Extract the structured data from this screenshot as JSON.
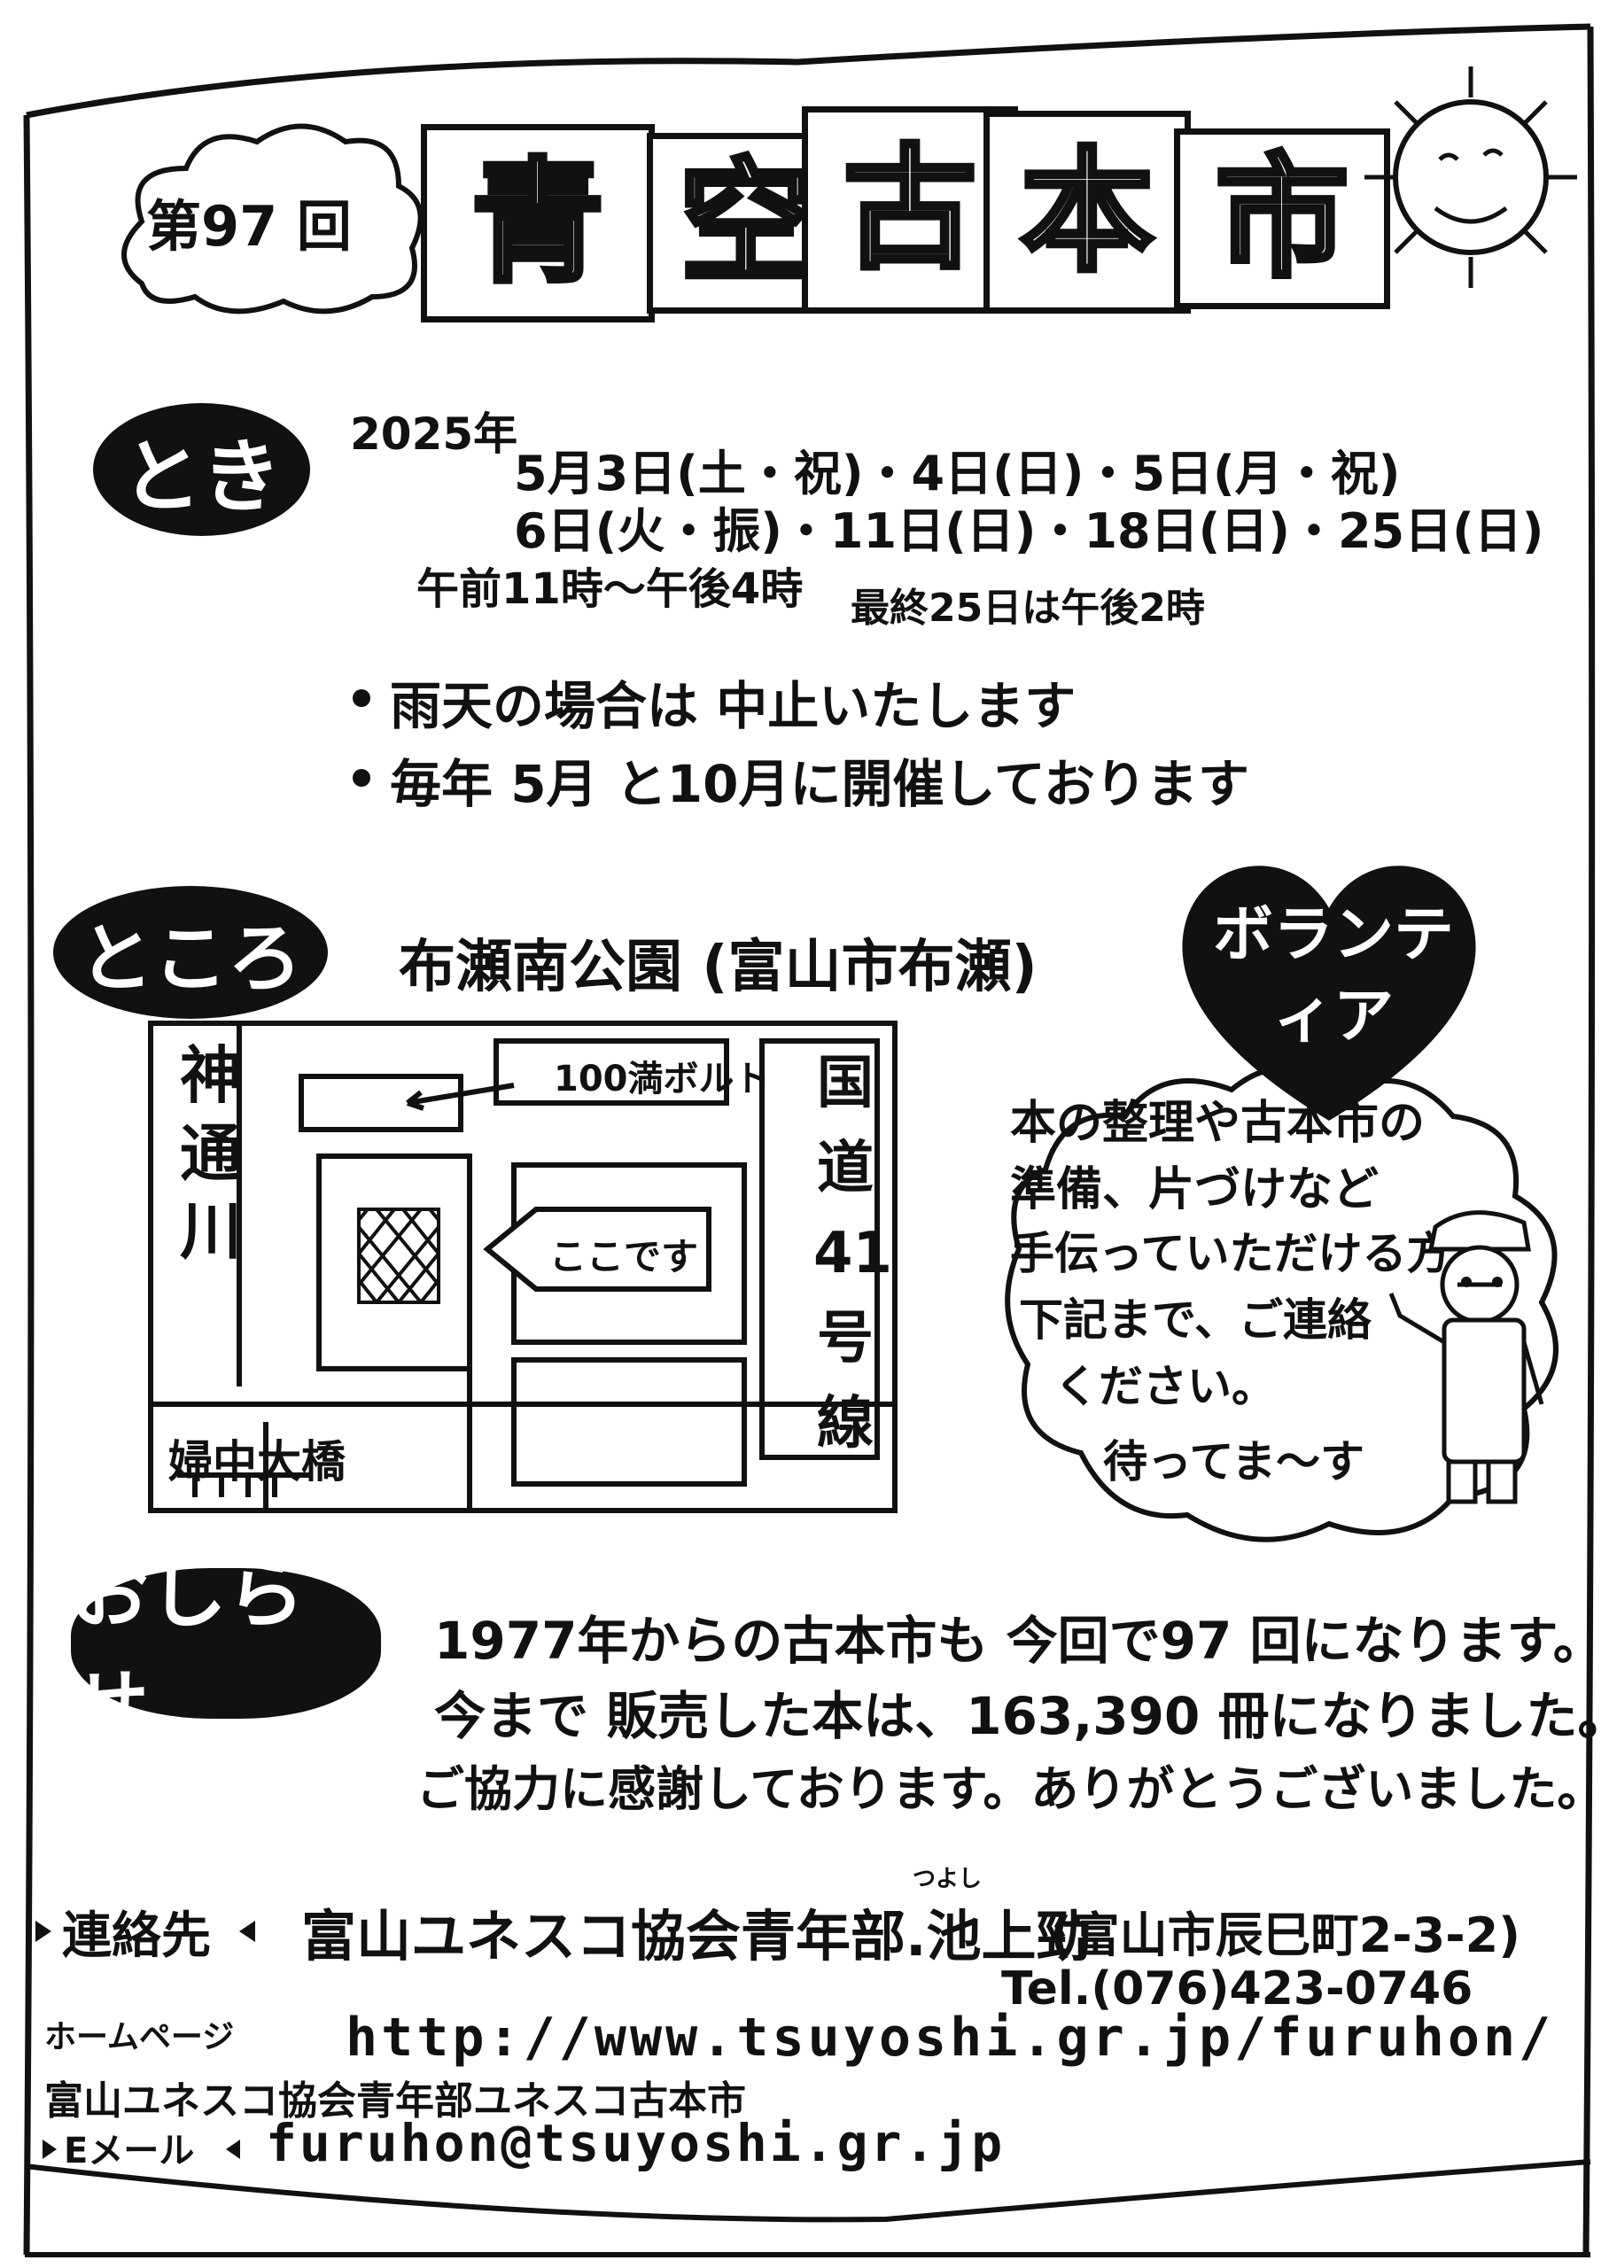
{
  "header": {
    "edition": "第97 回",
    "title_chars": [
      "青",
      "空",
      "古",
      "本",
      "市"
    ]
  },
  "toki": {
    "label": "とき",
    "year": "2025年",
    "dates_line1": "5月3日(土・祝)・4日(日)・5日(月・祝)",
    "dates_line2": "6日(火・振)・11日(日)・18日(日)・25日(日)",
    "hours": "午前11時～午後4時",
    "last_day": "最終25日は午後2時",
    "note_rain": "雨天の場合は 中止いたします",
    "note_schedule": "毎年 5月 と10月に開催しております"
  },
  "tokoro": {
    "label": "ところ",
    "place": "布瀬南公園 (富山市布瀬)",
    "map": {
      "river": "神通川",
      "route": "国道41号線",
      "shop": "100満ボルト",
      "bridge": "婦中大橋",
      "here": "ここです"
    }
  },
  "volunteer": {
    "heart_text": "ボランティア",
    "line1": "本の整理や古本市の",
    "line2": "準備、片づけなど",
    "line3": "手伝っていただける方",
    "line4": "下記まで、ご連絡",
    "line5": "ください。",
    "line6": "待ってま～す"
  },
  "oshirase": {
    "label": "おしらせ",
    "line1": "1977年からの古本市も 今回で97 回になります。",
    "line2": "今まで 販売した本は、163,390 冊になりました。",
    "line3": "ご協力に感謝しております。ありがとうございました。"
  },
  "contact": {
    "label": "連絡先",
    "org": "富山ユネスコ協会青年部.池上勁",
    "ruby": "つよし",
    "address": "(富山市辰巳町2-3-2)",
    "tel": "Tel.(076)423-0746",
    "hp_label": "ホームページ",
    "url": "http://www.tsuyoshi.gr.jp/furuhon/",
    "hp_name": "富山ユネスコ協会青年部ユネスコ古本市",
    "email_label": "Eメール",
    "email": "furuhon@tsuyoshi.gr.jp"
  }
}
